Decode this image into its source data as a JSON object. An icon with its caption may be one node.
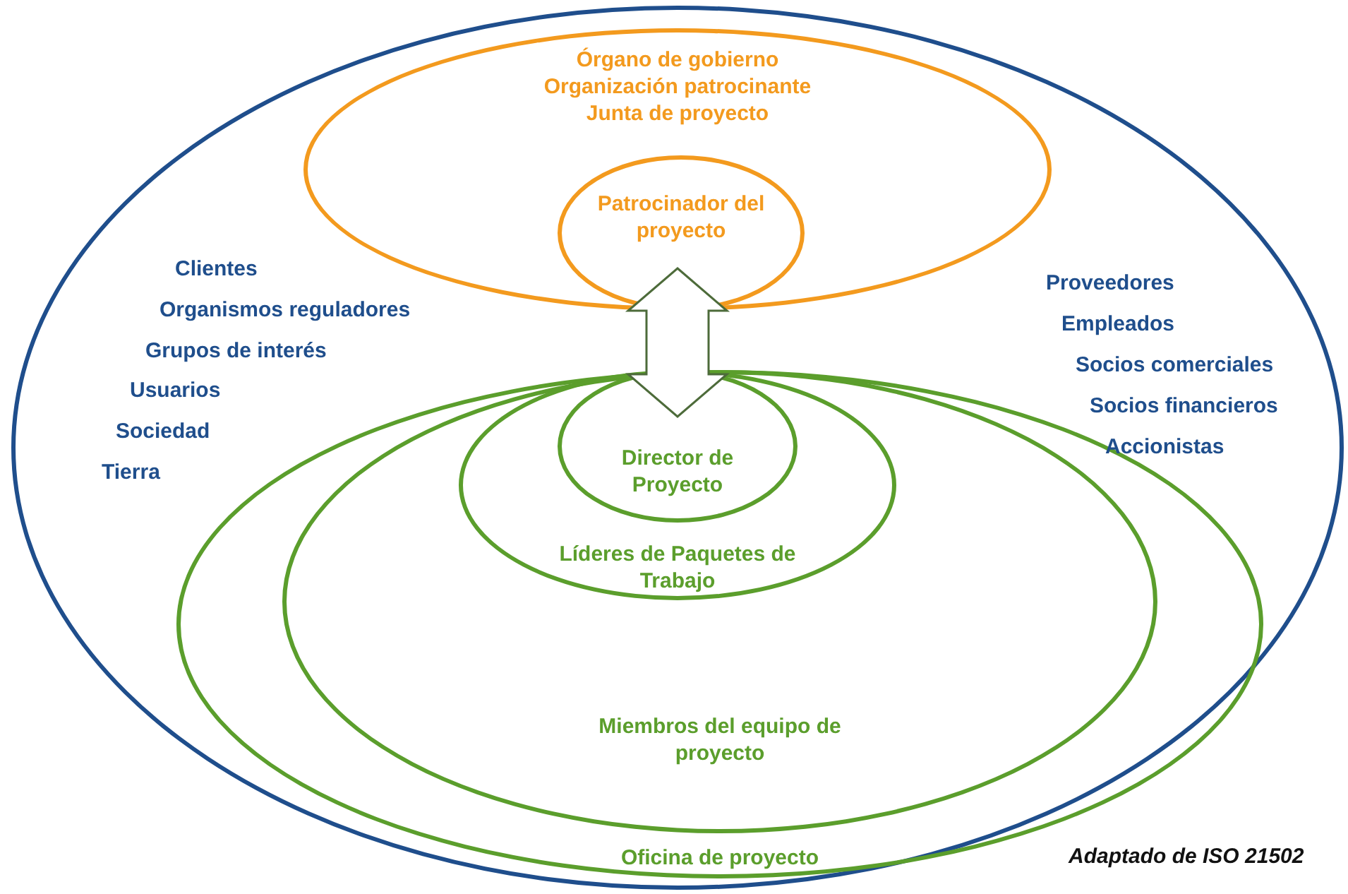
{
  "diagram": {
    "caption": "Adaptado de ISO 21502",
    "nodes": [
      {
        "text": [],
        "shape": "ellipse"
      },
      {
        "text": [
          "Órgano de gobierno",
          "Organización patrocinante",
          "Junta de proyecto"
        ],
        "in": 0
      },
      {
        "text": [
          "Patrocinador del proyecto"
        ],
        "in": 1
      },
      {
        "text": [
          "Oficina de proyecto"
        ],
        "in": 0
      },
      {
        "text": [
          "Miembros del equipo de proyecto"
        ],
        "in": 3
      },
      {
        "text": [
          "Líderes de Paquetes de Trabajo"
        ],
        "in": 4
      },
      {
        "text": [
          "Director de Proyecto"
        ],
        "in": 5
      }
    ],
    "edges": [
      {
        "from": 2,
        "to": 6,
        "arrow": "both"
      }
    ],
    "labels": [
      "Clientes",
      "Organismos reguladores",
      "Grupos de interés",
      "Usuarios",
      "Sociedad",
      "Tierra",
      "Proveedores",
      "Empleados",
      "Socios comerciales",
      "Socios financieros",
      "Accionistas"
    ]
  }
}
